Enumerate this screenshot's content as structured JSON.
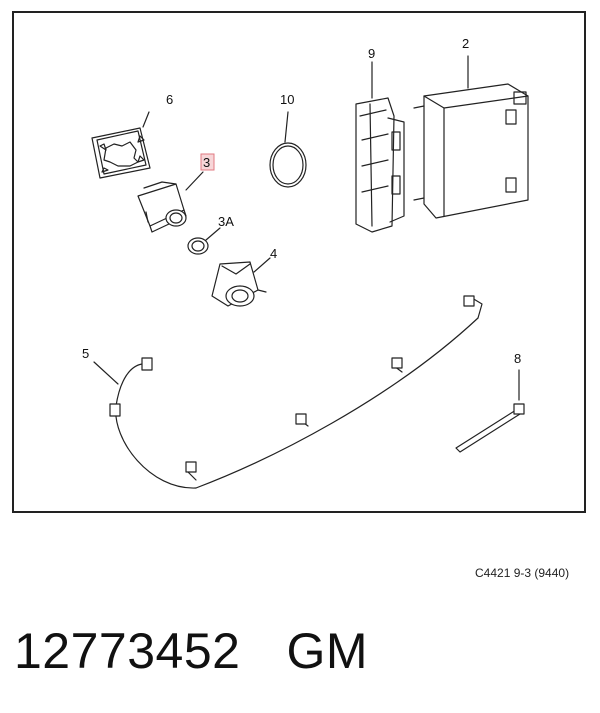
{
  "diagram": {
    "callouts": {
      "c2": "2",
      "c3": "3",
      "c3a": "3A",
      "c4": "4",
      "c5": "5",
      "c6": "6",
      "c8": "8",
      "c9": "9",
      "c10": "10"
    },
    "highlighted_callout": "3",
    "highlight_color": "#f7d6d8"
  },
  "footer": {
    "diagram_code": "C4421 9-3 (9440)",
    "part_number": "12773452",
    "brand": "GM"
  }
}
